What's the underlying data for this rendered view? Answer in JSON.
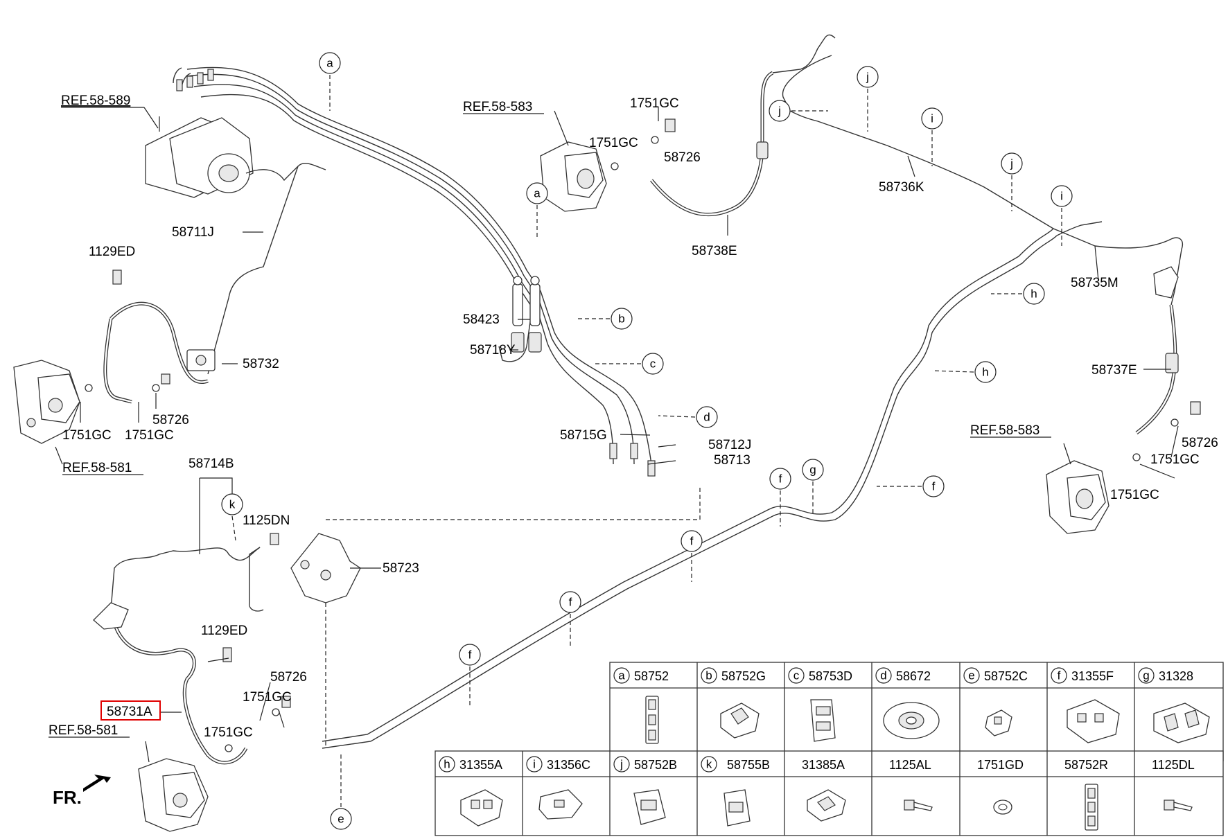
{
  "direction_label": "FR.",
  "part_labels": {
    "p58711J": "58711J",
    "p1129ED_top": "1129ED",
    "p58732": "58732",
    "p58726_left": "58726",
    "p1751GC_l1": "1751GC",
    "p1751GC_l2": "1751GC",
    "p58714B": "58714B",
    "p1125DN": "1125DN",
    "p58723": "58723",
    "p1129ED_bot": "1129ED",
    "p58726_bot": "58726",
    "p1751GC_b1": "1751GC",
    "p1751GC_b2": "1751GC",
    "p58731A": "58731A",
    "p1751GC_c1": "1751GC",
    "p1751GC_c2": "1751GC",
    "p58726_c": "58726",
    "p58738E": "58738E",
    "p58423": "58423",
    "p58718Y": "58718Y",
    "p58715G": "58715G",
    "p58712J": "58712J",
    "p58713": "58713",
    "p58736K": "58736K",
    "p58735M": "58735M",
    "p58737E": "58737E",
    "p58726_r": "58726",
    "p1751GC_r1": "1751GC",
    "p1751GC_r2": "1751GC"
  },
  "references": {
    "ref589": "REF.58-589",
    "ref581_top": "REF.58-581",
    "ref583_center": "REF.58-583",
    "ref583_right": "REF.58-583",
    "ref581_bottom": "REF.58-581"
  },
  "callout_letters": [
    "a",
    "b",
    "c",
    "d",
    "e",
    "f",
    "g",
    "h",
    "i",
    "j",
    "k"
  ],
  "parts_table": {
    "row1": [
      {
        "letter": "a",
        "part": "58752"
      },
      {
        "letter": "b",
        "part": "58752G"
      },
      {
        "letter": "c",
        "part": "58753D"
      },
      {
        "letter": "d",
        "part": "58672"
      },
      {
        "letter": "e",
        "part": "58752C"
      },
      {
        "letter": "f",
        "part": "31355F"
      },
      {
        "letter": "g",
        "part": "31328"
      }
    ],
    "row2": [
      {
        "letter": "h",
        "part": "31355A"
      },
      {
        "letter": "i",
        "part": "31356C"
      },
      {
        "letter": "j",
        "part": "58752B"
      },
      {
        "letter": "k",
        "part": "58755B"
      },
      {
        "letter": "",
        "part": "31385A"
      },
      {
        "letter": "",
        "part": "1125AL"
      },
      {
        "letter": "",
        "part": "1751GD"
      },
      {
        "letter": "",
        "part": "58752R"
      },
      {
        "letter": "",
        "part": "1125DL"
      }
    ]
  },
  "highlight_color": "#e00000"
}
